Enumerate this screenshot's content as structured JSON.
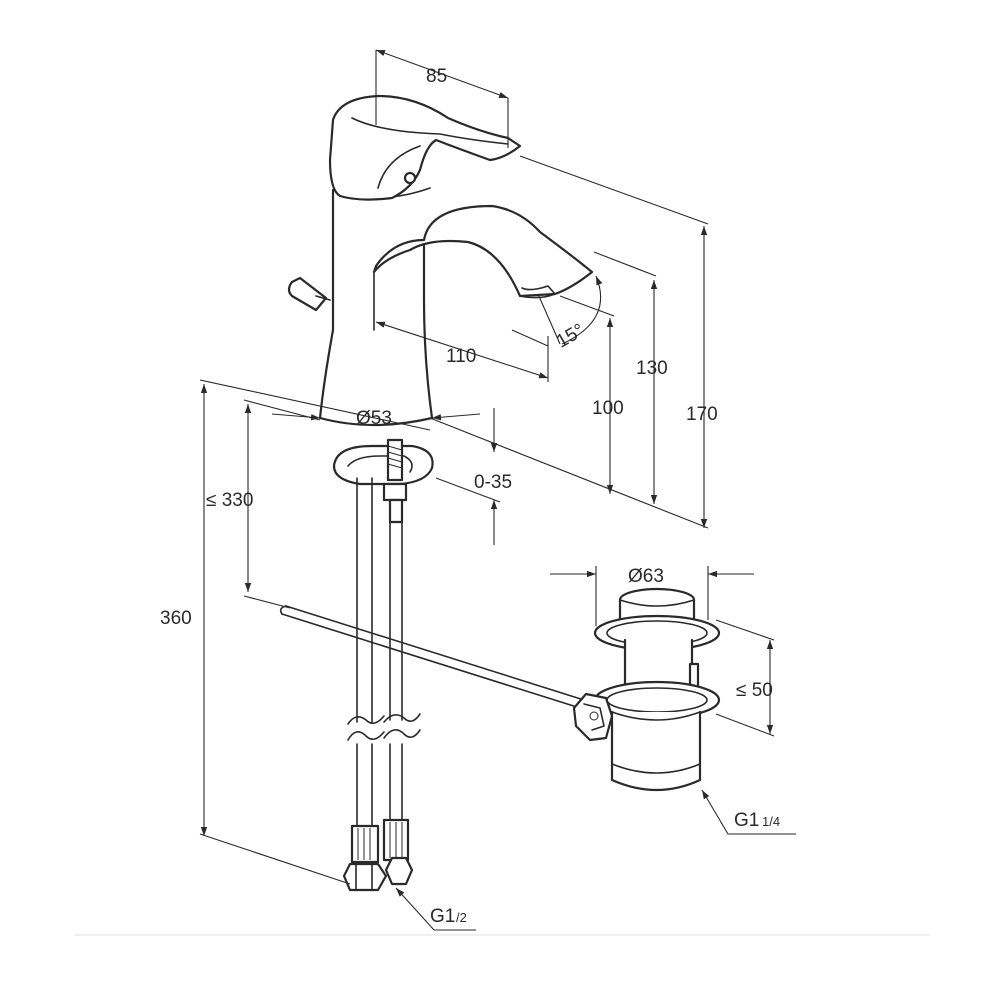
{
  "dimensions": {
    "spout_reach_top": "85",
    "spout_reach": "110",
    "spout_angle": "15°",
    "height_spout_100": "100",
    "height_spout_130": "130",
    "height_total": "170",
    "base_diameter": "Ø53",
    "deck_thickness": "0-35",
    "pull_rod_length": "≤ 330",
    "hose_length": "360",
    "waste_diameter": "Ø63",
    "waste_height": "≤ 50"
  },
  "threads": {
    "hose_main": "G1",
    "hose_sub": "/2",
    "waste_main": "G1",
    "waste_sub": "1/4"
  }
}
